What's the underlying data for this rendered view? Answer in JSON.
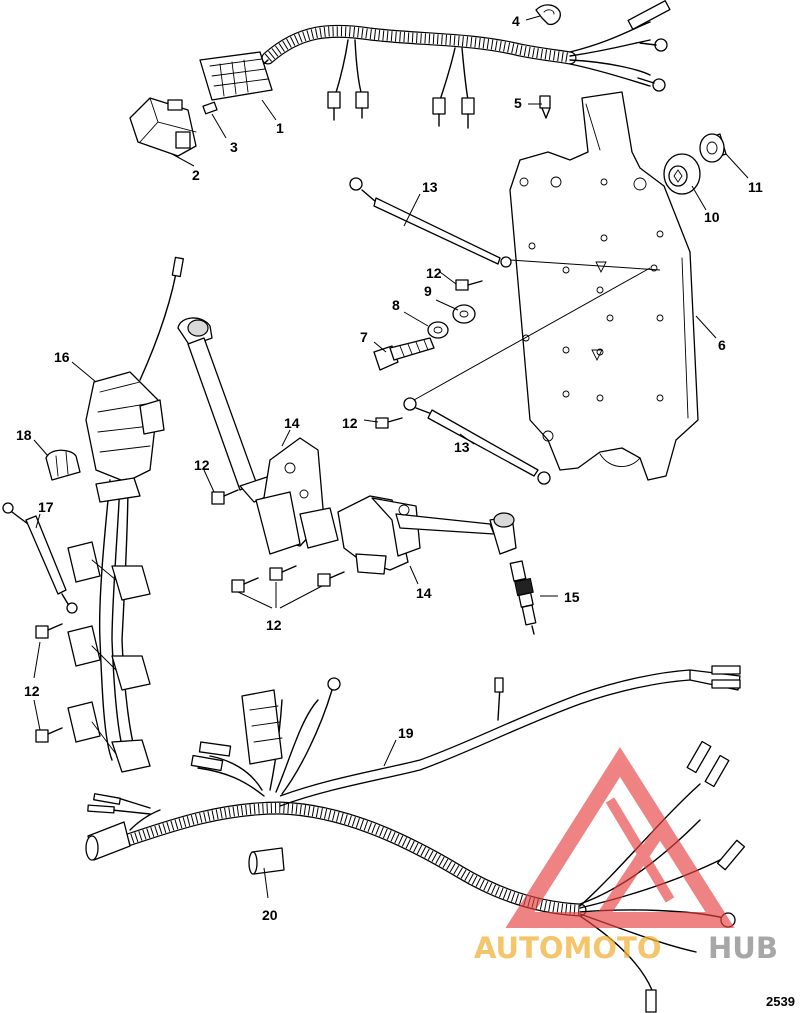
{
  "callouts": {
    "c1": "1",
    "c2": "2",
    "c3": "3",
    "c4": "4",
    "c5": "5",
    "c6": "6",
    "c7": "7",
    "c8": "8",
    "c9": "9",
    "c10": "10",
    "c11": "11",
    "c12a": "12",
    "c12b": "12",
    "c12c": "12",
    "c12d": "12",
    "c12e": "12",
    "c13a": "13",
    "c13b": "13",
    "c14a": "14",
    "c14b": "14",
    "c15": "15",
    "c16": "16",
    "c17": "17",
    "c18": "18",
    "c19": "19",
    "c20": "20"
  },
  "figure_id": "2539",
  "watermark": {
    "text_a": "AUTOMOTO",
    "text_b": "HUB",
    "color_a": "#f2b23a",
    "color_b": "#8a8a8a",
    "logo_color": "#e84040"
  }
}
